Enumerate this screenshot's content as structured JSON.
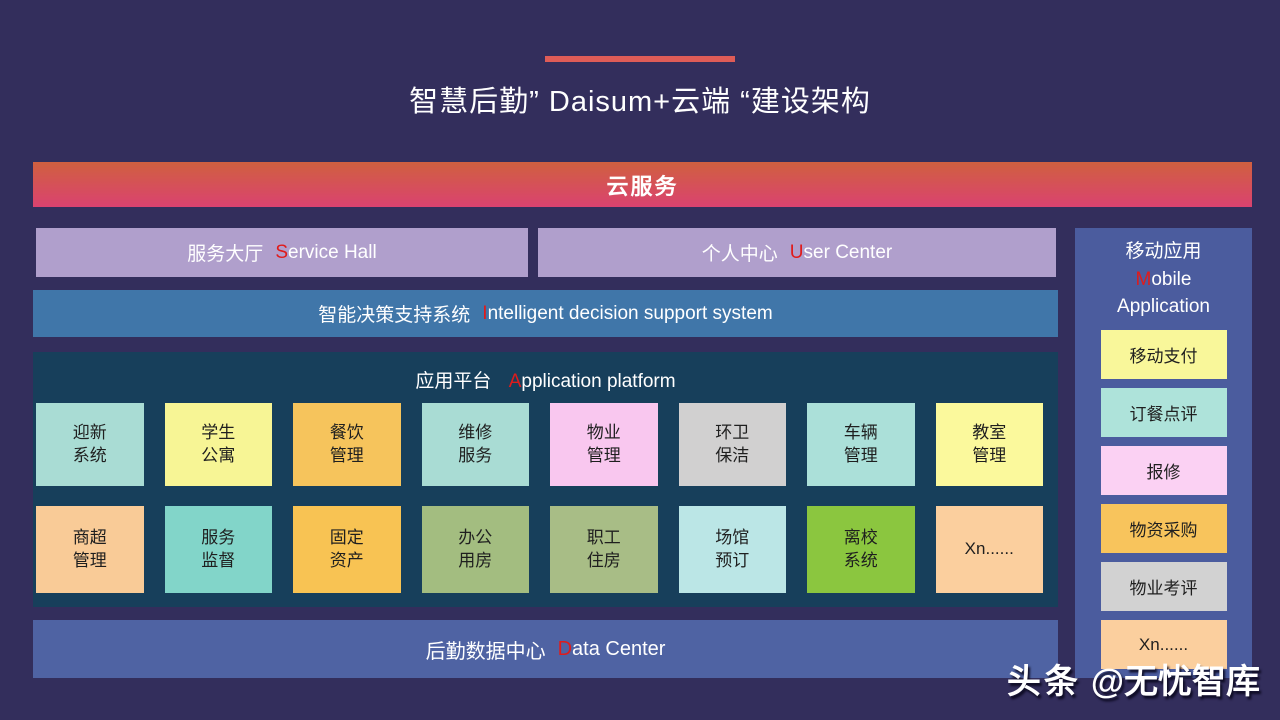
{
  "colors": {
    "background": "#332e5c",
    "accent_line": "#df5c57",
    "red_letter": "#e01b1b",
    "banner_gradient_top": "#d0603f",
    "banner_gradient_bottom": "#da4270",
    "hall_box": "#b09fcc",
    "decision_bar": "#4076a9",
    "platform_panel": "#173f5b",
    "data_center_bar": "#4f63a3",
    "sidebar_panel": "#4b5c9e"
  },
  "title": {
    "text": "智慧后勤” Daisum+云端 “建设架构"
  },
  "cloud_banner": {
    "label": "云服务"
  },
  "service_hall": {
    "zh": "服务大厅",
    "en_initial": "S",
    "en_rest": "ervice Hall"
  },
  "user_center": {
    "zh": "个人中心",
    "en_initial": "U",
    "en_rest": "ser Center"
  },
  "decision_system": {
    "zh": "智能决策支持系统",
    "en_initial": "I",
    "en_rest": "ntelligent decision support system"
  },
  "platform": {
    "header": {
      "zh": "应用平台",
      "en_initial": "A",
      "en_rest": "pplication platform"
    },
    "rows": [
      [
        {
          "lines": [
            "迎新",
            "系统"
          ],
          "color": "#a9dcd4"
        },
        {
          "lines": [
            "学生",
            "公寓"
          ],
          "color": "#f7f595"
        },
        {
          "lines": [
            "餐饮",
            "管理"
          ],
          "color": "#f6c45c"
        },
        {
          "lines": [
            "维修",
            "服务"
          ],
          "color": "#a9dcd4"
        },
        {
          "lines": [
            "物业",
            "管理"
          ],
          "color": "#f9c7ef"
        },
        {
          "lines": [
            "环卫",
            "保洁"
          ],
          "color": "#d1d0d0"
        },
        {
          "lines": [
            "车辆",
            "管理"
          ],
          "color": "#abe0d9"
        },
        {
          "lines": [
            "教室",
            "管理"
          ],
          "color": "#fbf99c"
        }
      ],
      [
        {
          "lines": [
            "商超",
            "管理"
          ],
          "color": "#f9cb97"
        },
        {
          "lines": [
            "服务",
            "监督"
          ],
          "color": "#82d5c9"
        },
        {
          "lines": [
            "固定",
            "资产"
          ],
          "color": "#f8c353"
        },
        {
          "lines": [
            "办公",
            "用房"
          ],
          "color": "#a3bd80"
        },
        {
          "lines": [
            "职工",
            "住房"
          ],
          "color": "#a8bd86"
        },
        {
          "lines": [
            "场馆",
            "预订"
          ],
          "color": "#bbe6e6"
        },
        {
          "lines": [
            "离校",
            "系统"
          ],
          "color": "#8bc63f"
        },
        {
          "lines": [
            "Xn......"
          ],
          "color": "#fbcf9e"
        }
      ]
    ]
  },
  "mobile_app": {
    "header": {
      "zh": "移动应用",
      "en_initial": "M",
      "en_rest": "obile",
      "en_line2": "Application"
    },
    "items": [
      {
        "label": "移动支付",
        "color": "#f9f79a"
      },
      {
        "label": "订餐点评",
        "color": "#aee3da"
      },
      {
        "label": "报修",
        "color": "#fbd1f3"
      },
      {
        "label": "物资采购",
        "color": "#f8c45c"
      },
      {
        "label": "物业考评",
        "color": "#d2d2d2"
      },
      {
        "label": "Xn......",
        "color": "#fbcf9e"
      }
    ]
  },
  "data_center": {
    "zh": "后勤数据中心",
    "en_initial": "D",
    "en_rest": "ata Center"
  },
  "watermark": {
    "brand": "头条",
    "handle": "@无忧智库"
  }
}
